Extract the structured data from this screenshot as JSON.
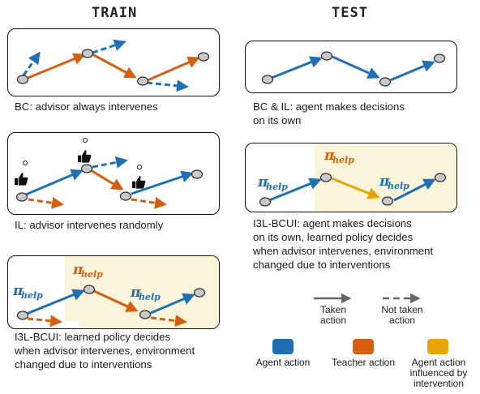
{
  "headers": {
    "train": "TRAIN",
    "test": "TEST"
  },
  "captions": {
    "bc": "BC: advisor always intervenes",
    "il": "IL: advisor intervenes randomly",
    "i3l_train_1": "I3L-BCUI: learned policy decides",
    "i3l_train_2": "when advisor intervenes, environment",
    "i3l_train_3": "changed due to interventions",
    "bcil_test_1": "BC & IL: agent makes decisions",
    "bcil_test_2": "on its own",
    "i3l_test_1": "I3L-BCUI: agent makes decisions",
    "i3l_test_2": "on its own, learned policy decides",
    "i3l_test_3": "when advisor intervenes, environment",
    "i3l_test_4": "changed due to interventions"
  },
  "policy_label": {
    "symbol": "π",
    "subscript": "help"
  },
  "legend": {
    "taken_1": "Taken",
    "taken_2": "action",
    "not_taken_1": "Not taken",
    "not_taken_2": "action",
    "agent": "Agent action",
    "teacher": "Teacher action",
    "influenced_1": "Agent action",
    "influenced_2": "influenced by",
    "influenced_3": "intervention"
  },
  "colors": {
    "agent": "#1f6fb2",
    "teacher": "#d45f12",
    "influenced": "#e8a400",
    "highlight": "#fbf5dc",
    "node": "#c9c9c9"
  },
  "icons": {
    "advisor": "thumbs-up-icon"
  }
}
